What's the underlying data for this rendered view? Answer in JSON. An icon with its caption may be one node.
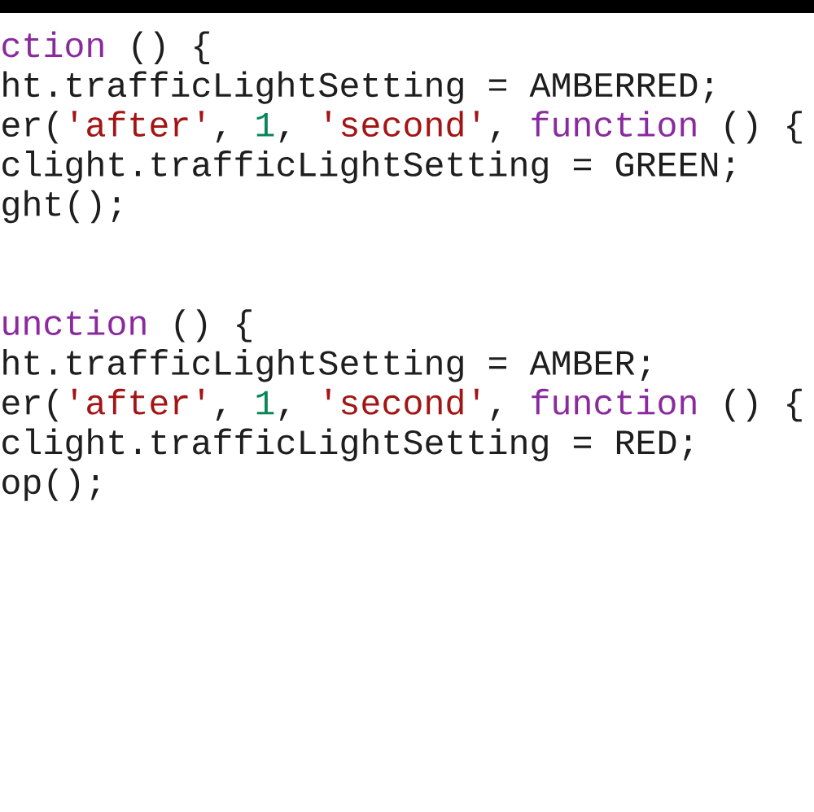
{
  "diagram": {
    "labels": [
      "ction",
      "() {",
      "ht.trafficLightSetting = AMBERRED;",
      "er(",
      "'after'",
      ",",
      "1",
      ",",
      "'second'",
      ",",
      "function",
      "() {",
      "clight.trafficLightSetting = GREEN;",
      "ght();",
      "unction",
      "() {",
      "ht.trafficLightSetting = AMBER;",
      "er(",
      "'after'",
      ",",
      "1",
      ",",
      "'second'",
      ",",
      "function",
      "() {",
      "clight.trafficLightSetting = RED;",
      "op();"
    ]
  }
}
